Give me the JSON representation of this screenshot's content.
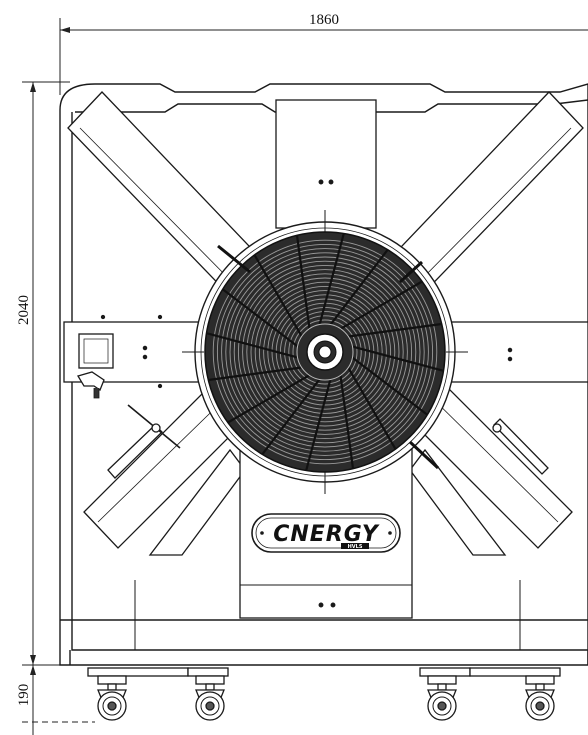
{
  "dimensions": {
    "width_label": "1860",
    "height_label": "2040",
    "caster_label": "190"
  },
  "brand": {
    "logo_text": "CNERGY",
    "logo_subtext": "HVLS"
  },
  "colors": {
    "line": "#1a1a1a",
    "fan_fill": "#2b2b2b",
    "background": "#ffffff"
  }
}
